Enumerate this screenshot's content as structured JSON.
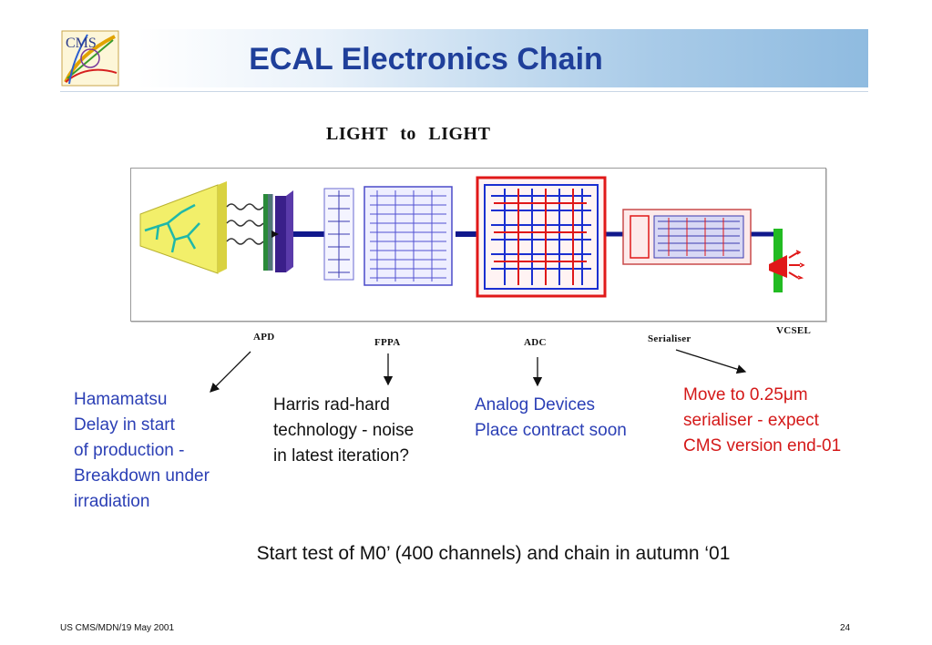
{
  "slide": {
    "title": "ECAL Electronics Chain",
    "diagram_title": "LIGHT  to  LIGHT",
    "logo_text": "CMS",
    "components": {
      "apd": "APD",
      "fppa": "FPPA",
      "adc": "ADC",
      "serialiser": "Serialiser",
      "vcsel": "VCSEL"
    },
    "notes": {
      "apd": [
        "Hamamatsu",
        "Delay in start",
        "of production -",
        "Breakdown under",
        "irradiation"
      ],
      "fppa": [
        "Harris rad-hard",
        "technology - noise",
        "in latest iteration?"
      ],
      "adc": [
        "Analog Devices",
        "Place contract soon"
      ],
      "serialiser_pre": "Move to 0.25",
      "serialiser_mu": "μ",
      "serialiser_post": "m",
      "serialiser_rest": [
        "serialiser - expect",
        "CMS version end-01"
      ]
    },
    "summary": "Start test of M0’ (400 channels) and chain in autumn ‘01",
    "footer_left": "US CMS/MDN/19 May 2001",
    "page_number": "24"
  },
  "colors": {
    "title": "#1f3f9a",
    "note_blue": "#2b3fb5",
    "note_red": "#d41919",
    "crystal": "#f2ef6a",
    "chip_blue": "#1a2fd1",
    "chip_red": "#e01818",
    "connector": "#10188c",
    "vcsel_green": "#22bb22"
  }
}
